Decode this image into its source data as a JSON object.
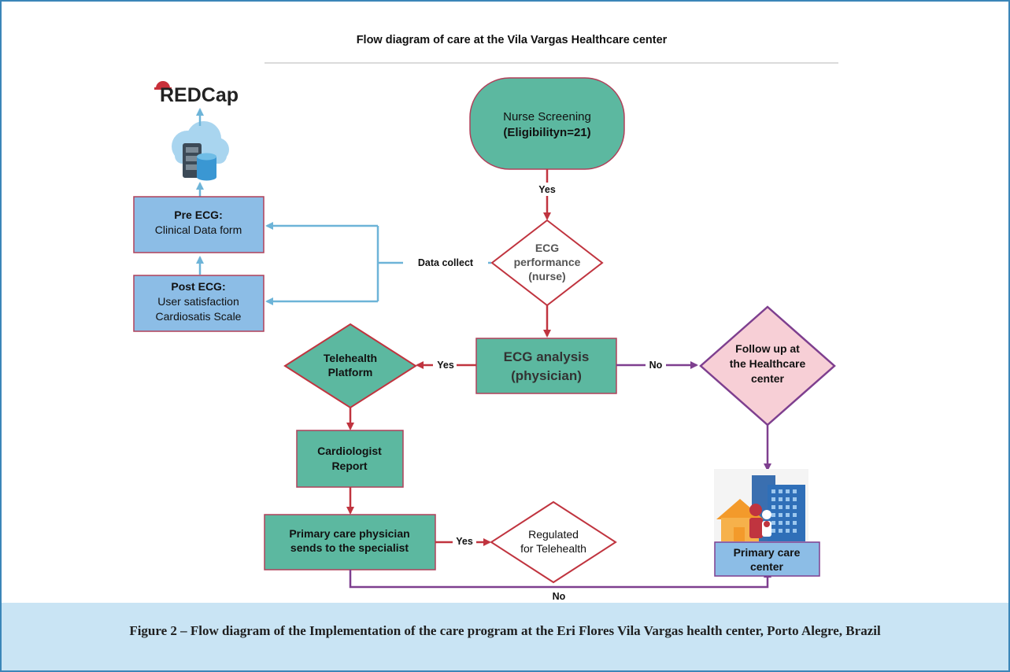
{
  "title": "Flow diagram of care at the Vila Vargas Healthcare center",
  "logo": {
    "text": "REDCap"
  },
  "nodes": {
    "nurse_screening": {
      "line1": "Nurse Screening",
      "line2": "(Eligibilityn=21)"
    },
    "ecg_performance": {
      "line1": "ECG",
      "line2": "performance",
      "line3": "(nurse)"
    },
    "pre_ecg": {
      "line1": "Pre ECG:",
      "line2": "Clinical Data form"
    },
    "post_ecg": {
      "line1": "Post ECG:",
      "line2": "User satisfaction",
      "line3": "Cardiosatis Scale"
    },
    "ecg_analysis": {
      "line1": "ECG analysis",
      "line2": "(physician)"
    },
    "telehealth_platform": {
      "line1": "Telehealth",
      "line2": "Platform"
    },
    "follow_up": {
      "line1": "Follow up at",
      "line2": "the Healthcare",
      "line3": "center"
    },
    "cardiologist_report": {
      "line1": "Cardiologist",
      "line2": "Report"
    },
    "primary_physician": {
      "line1": "Primary care physician",
      "line2": "sends to the specialist"
    },
    "regulated": {
      "line1": "Regulated",
      "line2": "for Telehealth"
    },
    "primary_care_center": {
      "line1": "Primary care",
      "line2": "center"
    }
  },
  "edge_labels": {
    "screening_yes": "Yes",
    "data_collect": "Data collect",
    "analysis_yes": "Yes",
    "analysis_no": "No",
    "physician_yes": "Yes",
    "physician_no": "No"
  },
  "caption": "Figure 2 – Flow diagram of the Implementation of the care program at the Eri Flores Vila Vargas health center, Porto Alegre, Brazil",
  "colors": {
    "teal": "#5cb8a0",
    "red": "#c0343f",
    "blue_box": "#8cbde6",
    "blue_line": "#6db4d8",
    "purple": "#7e3f8f",
    "pink": "#f7cfd6"
  }
}
